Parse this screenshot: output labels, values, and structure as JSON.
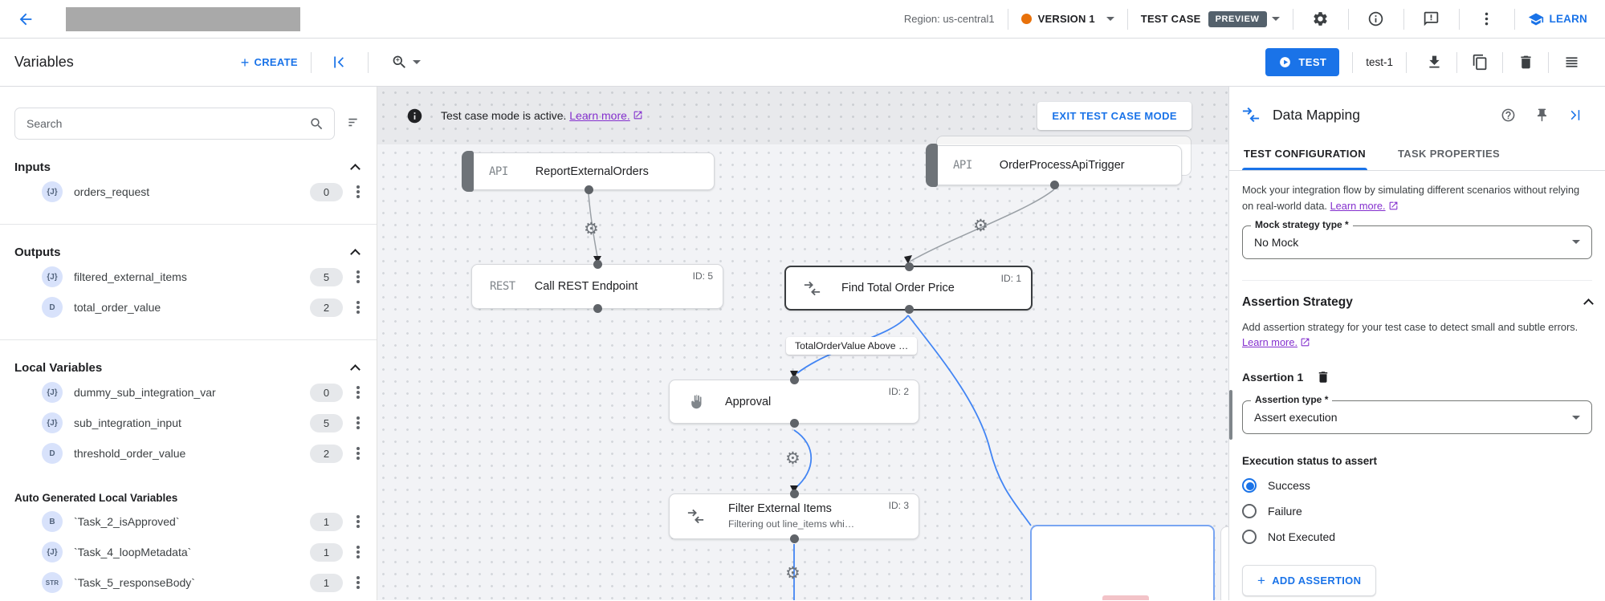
{
  "topbar": {
    "region": "Region: us-central1",
    "version": "VERSION 1",
    "test_case": "TEST CASE",
    "preview_badge": "PREVIEW",
    "learn": "LEARN"
  },
  "toolbar": {
    "title": "Variables",
    "create": "CREATE",
    "test": "TEST",
    "test_name": "test-1"
  },
  "sidebar": {
    "search_placeholder": "Search",
    "groups": [
      {
        "label": "Inputs",
        "items": [
          {
            "type": "{J}",
            "name": "orders_request",
            "count": "0"
          }
        ]
      },
      {
        "label": "Outputs",
        "items": [
          {
            "type": "{J}",
            "name": "filtered_external_items",
            "count": "5"
          },
          {
            "type": "D",
            "name": "total_order_value",
            "count": "2"
          }
        ]
      },
      {
        "label": "Local Variables",
        "items": [
          {
            "type": "{J}",
            "name": "dummy_sub_integration_var",
            "count": "0"
          },
          {
            "type": "{J}",
            "name": "sub_integration_input",
            "count": "5"
          },
          {
            "type": "D",
            "name": "threshold_order_value",
            "count": "2"
          }
        ]
      },
      {
        "label": "Auto Generated Local Variables",
        "items": [
          {
            "type": "B",
            "name": "`Task_2_isApproved`",
            "count": "1"
          },
          {
            "type": "{J}",
            "name": "`Task_4_loopMetadata`",
            "count": "1"
          },
          {
            "type": "STR",
            "name": "`Task_5_responseBody`",
            "count": "1"
          }
        ]
      }
    ]
  },
  "canvas": {
    "banner": {
      "text": "Test case mode is active.",
      "link": "Learn more.",
      "exit": "EXIT TEST CASE MODE"
    },
    "edge_label": "TotalOrderValue Above …",
    "nodes": {
      "report": {
        "type": "API",
        "title": "ReportExternalOrders"
      },
      "trigger": {
        "type": "API",
        "title": "OrderProcessApiTrigger"
      },
      "rest": {
        "type": "REST",
        "title": "Call REST Endpoint",
        "id": "ID: 5"
      },
      "find_total": {
        "title": "Find Total Order Price",
        "id": "ID: 1"
      },
      "approval": {
        "title": "Approval",
        "id": "ID: 2"
      },
      "filter": {
        "title": "Filter External Items",
        "subtitle": "Filtering out line_items whi…",
        "id": "ID: 3"
      }
    }
  },
  "panel": {
    "title": "Data Mapping",
    "tabs": [
      "TEST CONFIGURATION",
      "TASK PROPERTIES"
    ],
    "mock": {
      "description": "Mock your integration flow by simulating different scenarios without relying on real-world data.",
      "link": "Learn more.",
      "field_label": "Mock strategy type *",
      "value": "No Mock"
    },
    "assertion": {
      "heading": "Assertion Strategy",
      "description": "Add assertion strategy for your test case to detect small and subtle errors.",
      "link": "Learn more.",
      "item_label": "Assertion 1",
      "type_label": "Assertion type *",
      "type_value": "Assert execution",
      "exec_label": "Execution status to assert",
      "options": [
        "Success",
        "Failure",
        "Not Executed"
      ],
      "add": "ADD ASSERTION"
    }
  },
  "colors": {
    "accent": "#1a73e8",
    "purple_link": "#8430ce",
    "preview_badge": "#54616c",
    "version_dot": "#e8710a",
    "selected_node_border": "#3a3d40",
    "blue_box_border": "#79a5f2"
  }
}
